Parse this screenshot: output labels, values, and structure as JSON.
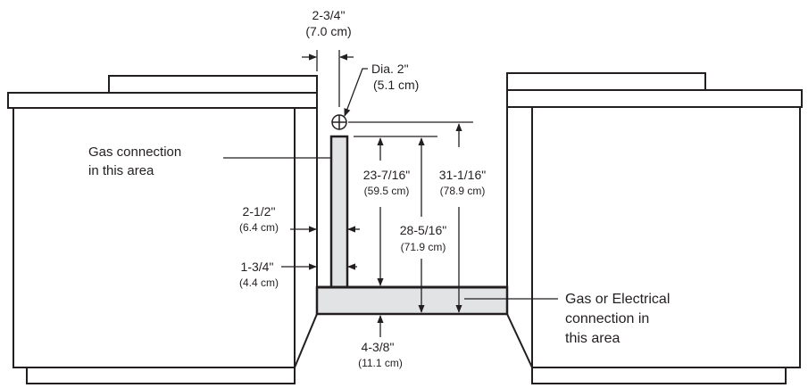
{
  "labels": {
    "gas_area_line1": "Gas connection",
    "gas_area_line2": "in this area",
    "gas_elec_line1": "Gas or Electrical",
    "gas_elec_line2": "connection in",
    "gas_elec_line3": "this area"
  },
  "dimensions": {
    "top_gap": {
      "imperial": "2-3/4\"",
      "metric": "(7.0 cm)"
    },
    "diameter": {
      "imperial": "Dia. 2\"",
      "metric": "(5.1 cm)"
    },
    "strip_offset": {
      "imperial": "2-1/2\"",
      "metric": "(6.4 cm)"
    },
    "strip_width": {
      "imperial": "1-3/4\"",
      "metric": "(4.4 cm)"
    },
    "strip_height": {
      "imperial": "23-7/16\"",
      "metric": "(59.5 cm)"
    },
    "channel_height": {
      "imperial": "28-5/16\"",
      "metric": "(71.9 cm)"
    },
    "hole_height": {
      "imperial": "31-1/16\"",
      "metric": "(78.9 cm)"
    },
    "channel_depth": {
      "imperial": "4-3/8\"",
      "metric": "(11.1 cm)"
    }
  },
  "colors": {
    "line": "#231f20",
    "fill": "#e2e3e4",
    "cabinet": "#ffffff"
  }
}
